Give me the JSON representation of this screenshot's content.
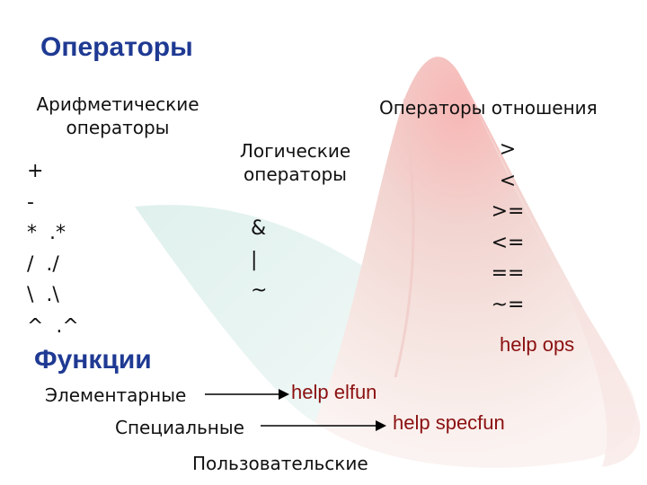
{
  "title": "Операторы",
  "arithmetic": {
    "header": [
      "Арифметические",
      "операторы"
    ],
    "items": [
      "+",
      "-",
      "*  .*",
      "/  ./",
      "\\  .\\",
      "^  .^"
    ]
  },
  "logical": {
    "header": [
      "Логические",
      "операторы"
    ],
    "items": [
      "&",
      "|",
      "~"
    ]
  },
  "relational": {
    "header": "Операторы отношения",
    "items": [
      ">",
      "<",
      ">=",
      "<=",
      "==",
      "~="
    ],
    "help": "help ops"
  },
  "functions": {
    "title": "Функции",
    "elementary": "Элементарные",
    "special": "Специальные",
    "user": "Пользовательские",
    "help_elfun": "help elfun",
    "help_specfun": "help specfun"
  },
  "colors": {
    "title": "#1f3a93",
    "help": "#8b1010",
    "surface_peak": "#e8585c",
    "surface_side": "#9fd0c8"
  },
  "icons": [
    "matlab-membrane-logo",
    "arrow-right-icon"
  ]
}
